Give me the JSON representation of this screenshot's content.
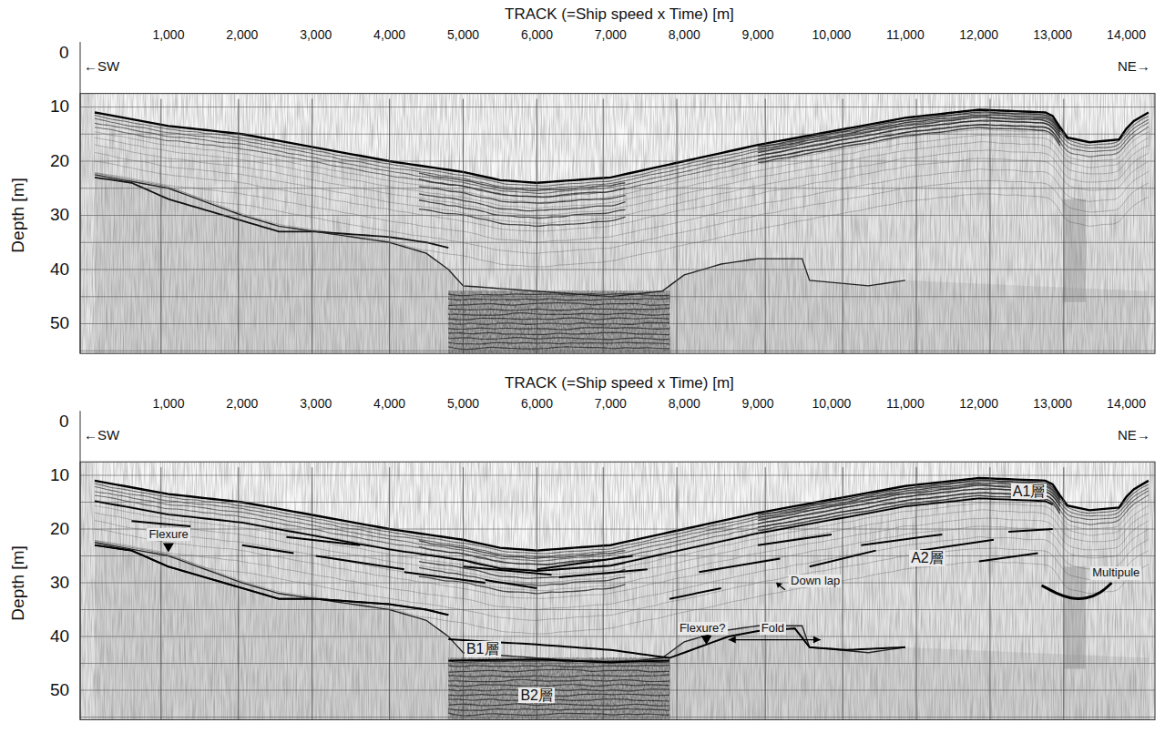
{
  "diagram": {
    "labels": [
      "TRACK (=Ship speed  x Time) [m]",
      "1,000",
      "2,000",
      "3,000",
      "4,000",
      "5,000",
      "6,000",
      "7,000",
      "8,000",
      "9,000",
      "10,000",
      "11,000",
      "12,000",
      "13,000",
      "14,000",
      "←SW",
      "NE→",
      "Depth [m]",
      "0",
      "10",
      "20",
      "30",
      "40",
      "50",
      "TRACK (=Ship speed  x Time) [m]",
      "1,000",
      "2,000",
      "3,000",
      "4,000",
      "5,000",
      "6,000",
      "7,000",
      "8,000",
      "9,000",
      "10,000",
      "11,000",
      "12,000",
      "13,000",
      "14,000",
      "←SW",
      "NE→",
      "Depth [m]",
      "0",
      "10",
      "20",
      "30",
      "40",
      "50",
      "A1層",
      "A2層",
      "Flexure",
      "Down lap",
      "Multipule",
      "Fold",
      "Flexure?",
      "B1層",
      "B2層"
    ]
  }
}
